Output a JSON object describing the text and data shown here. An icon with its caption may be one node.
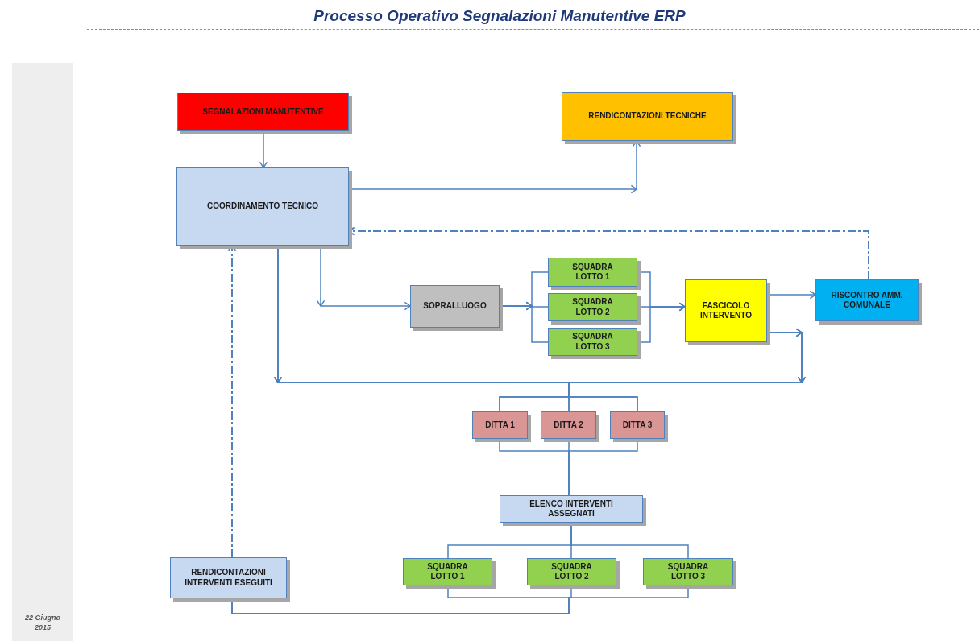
{
  "diagram": {
    "title": "Processo Operativo Segnalazioni Manutentive ERP",
    "nodes": [
      {
        "text": [
          "SEGNALAZIONI MANUTENTIVE"
        ]
      },
      {
        "text": [
          "RENDICONTAZIONI TECNICHE"
        ]
      },
      {
        "text": [
          "COORDINAMENTO TECNICO"
        ]
      },
      {
        "text": [
          "SOPRALLUOGO"
        ]
      },
      {
        "text": [
          "SQUADRA LOTTO 1"
        ]
      },
      {
        "text": [
          "SQUADRA LOTTO 2"
        ]
      },
      {
        "text": [
          "SQUADRA LOTTO 3"
        ]
      },
      {
        "text": [
          "FASCICOLO INTERVENTO"
        ]
      },
      {
        "text": [
          "RISCONTRO AMM. COMUNALE"
        ]
      },
      {
        "text": [
          "DITTA 1"
        ]
      },
      {
        "text": [
          "DITTA 2"
        ]
      },
      {
        "text": [
          "DITTA 3"
        ]
      },
      {
        "text": [
          "ELENCO INTERVENTI ASSEGNATI"
        ]
      },
      {
        "text": [
          "SQUADRA LOTTO 1"
        ]
      },
      {
        "text": [
          "SQUADRA LOTTO 2"
        ]
      },
      {
        "text": [
          "SQUADRA LOTTO 3"
        ]
      },
      {
        "text": [
          "RENDICONTAZIONI INTERVENTI ESEGUITI"
        ]
      }
    ],
    "edges": [
      {
        "from": 0,
        "to": 2,
        "arrow": "to"
      },
      {
        "from": 2,
        "to": 1,
        "arrow": "to"
      },
      {
        "from": 8,
        "to": 2,
        "arrow": "to",
        "style": "dashed"
      },
      {
        "from": 2,
        "to": 3,
        "arrow": "to"
      },
      {
        "from": 3,
        "to": 4,
        "arrow": "to"
      },
      {
        "from": 3,
        "to": 5,
        "arrow": "to"
      },
      {
        "from": 3,
        "to": 6,
        "arrow": "to"
      },
      {
        "from": 4,
        "to": 7,
        "arrow": "to"
      },
      {
        "from": 5,
        "to": 7,
        "arrow": "to"
      },
      {
        "from": 6,
        "to": 7,
        "arrow": "to"
      },
      {
        "from": 7,
        "to": 8,
        "arrow": "to"
      },
      {
        "from": 2,
        "to": 9,
        "arrow": "to"
      },
      {
        "from": 2,
        "to": 10,
        "arrow": "to"
      },
      {
        "from": 2,
        "to": 11,
        "arrow": "to"
      },
      {
        "from": 7,
        "to": 9,
        "arrow": "to"
      },
      {
        "from": 7,
        "to": 10,
        "arrow": "to"
      },
      {
        "from": 7,
        "to": 11,
        "arrow": "to"
      },
      {
        "from": 9,
        "to": 12,
        "arrow": "none"
      },
      {
        "from": 10,
        "to": 12,
        "arrow": "none"
      },
      {
        "from": 11,
        "to": 12,
        "arrow": "none"
      },
      {
        "from": 12,
        "to": 13,
        "arrow": "none"
      },
      {
        "from": 12,
        "to": 14,
        "arrow": "none"
      },
      {
        "from": 12,
        "to": 15,
        "arrow": "none"
      },
      {
        "from": 13,
        "to": 16,
        "arrow": "none"
      },
      {
        "from": 14,
        "to": 16,
        "arrow": "none"
      },
      {
        "from": 15,
        "to": 16,
        "arrow": "none"
      },
      {
        "from": 16,
        "to": 2,
        "arrow": "to",
        "style": "dashed"
      }
    ],
    "labels": [
      "22 Giugno 2015"
    ]
  }
}
